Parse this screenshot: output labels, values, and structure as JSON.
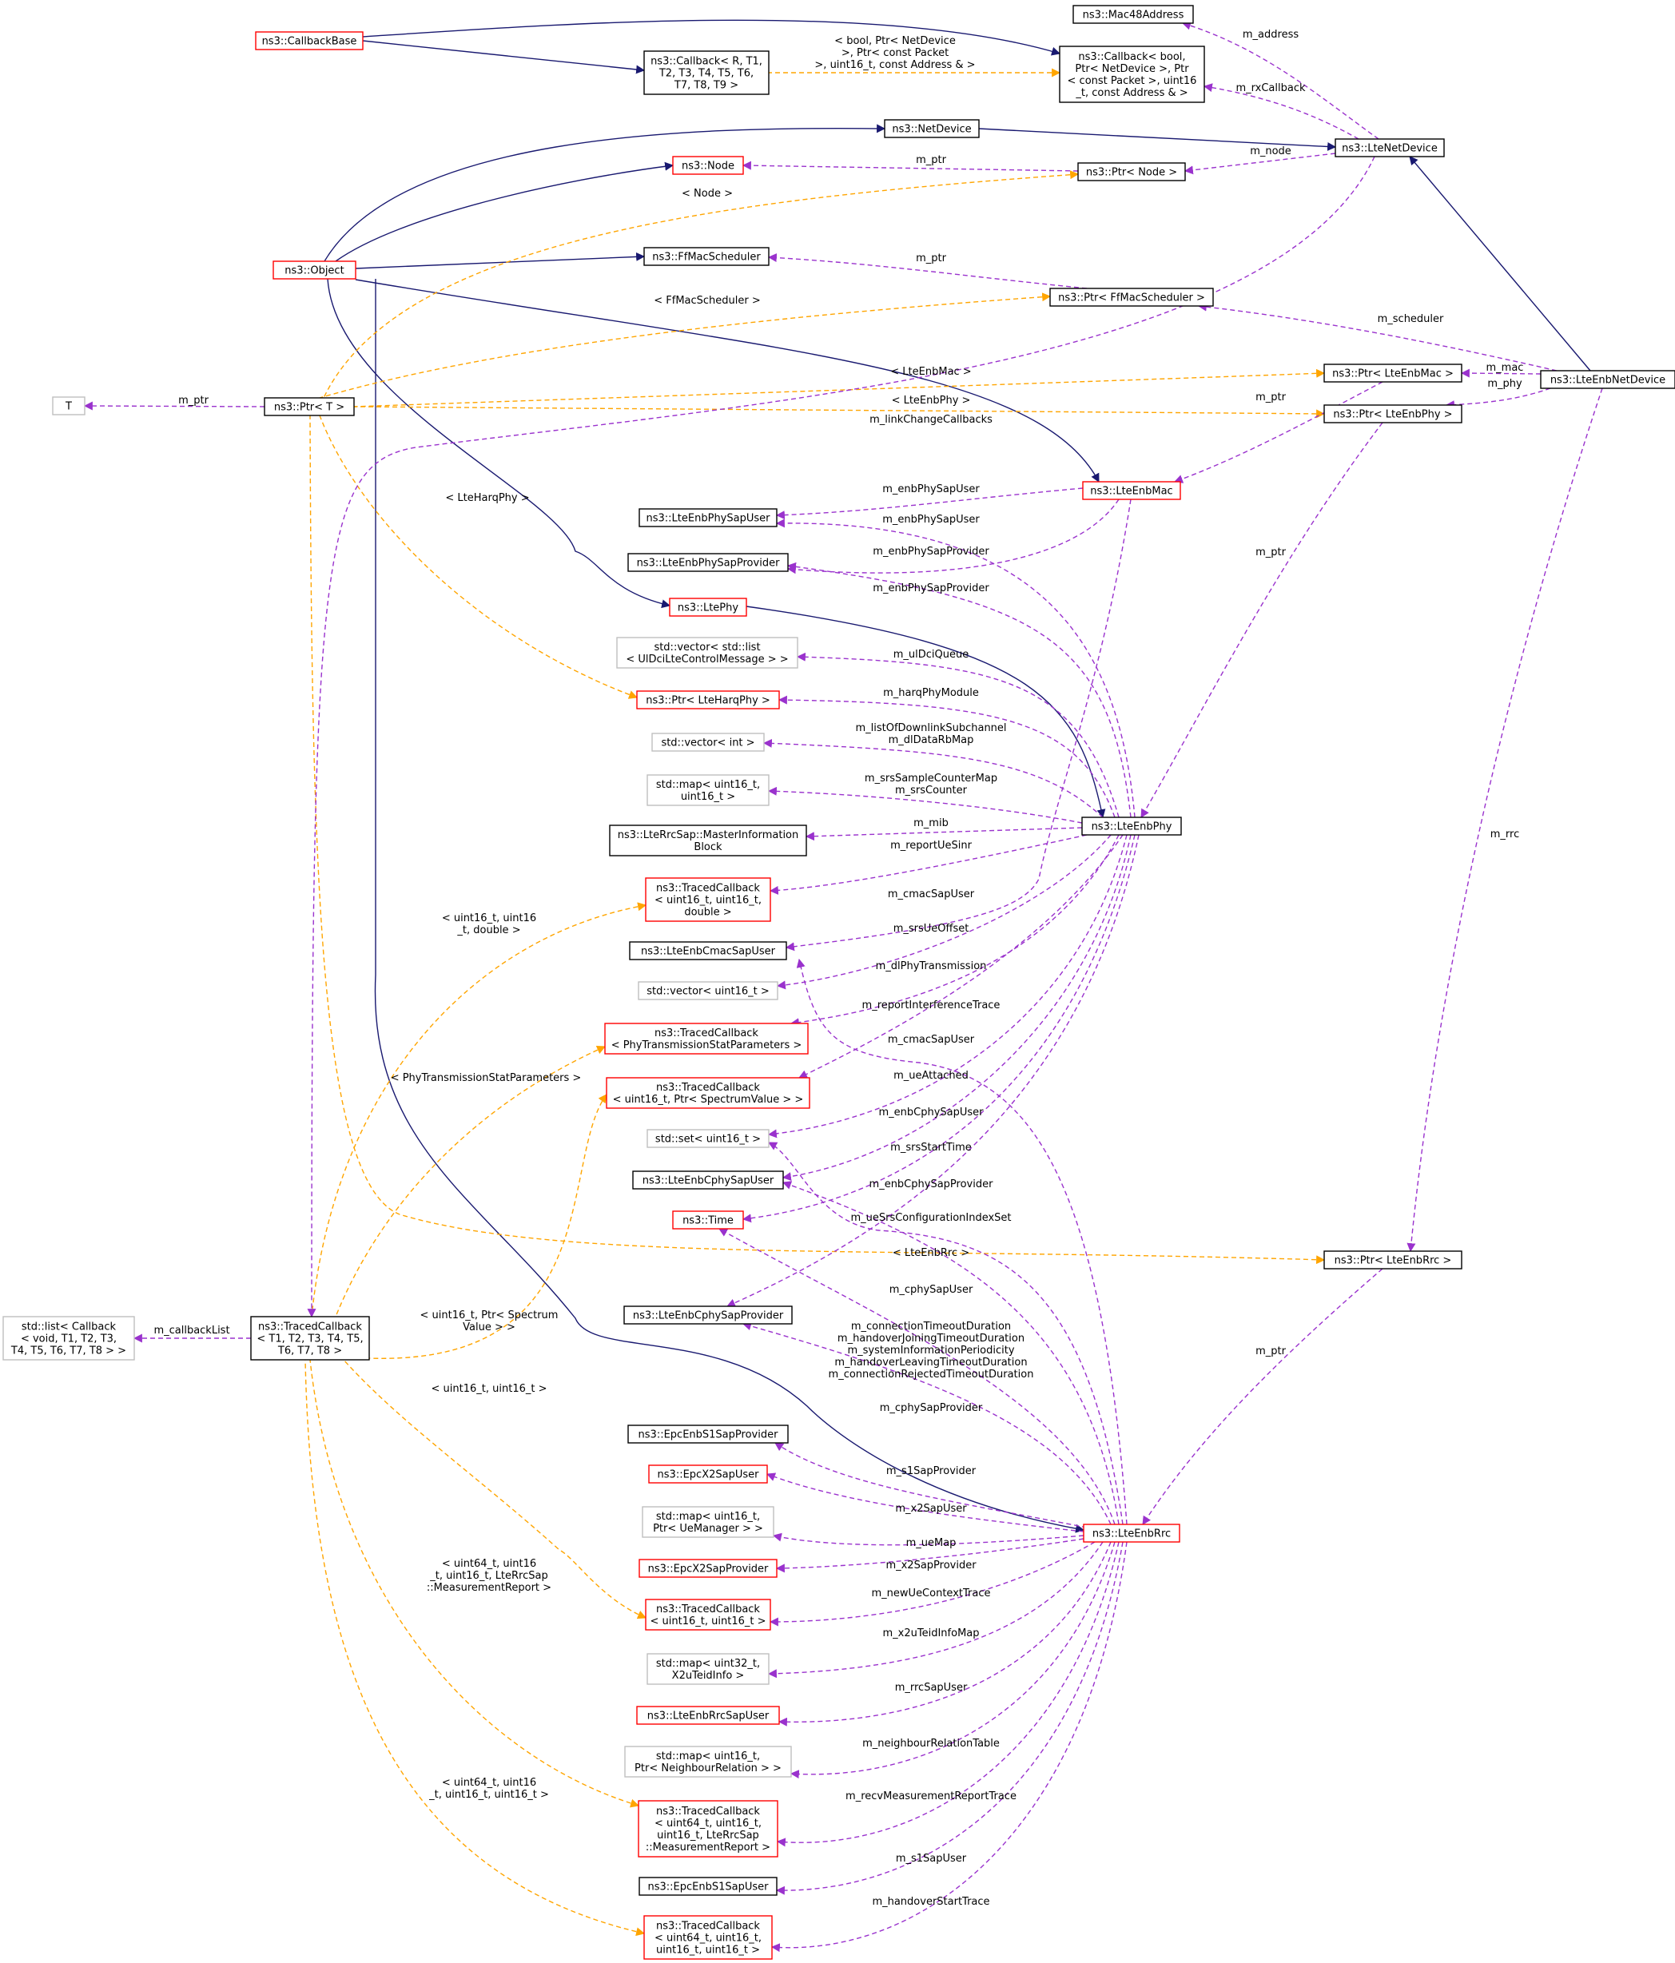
{
  "colors": {
    "inheritance": "#191970",
    "usage": "#9a32cd",
    "template": "#ffa500",
    "node_documented": "#000000",
    "node_undocumented": "#ff0000",
    "node_external": "#bfbfbf",
    "node_focus_fill": "#bfbfbf"
  },
  "nodes": [
    {
      "id": "LteEnbNetDevice",
      "lines": [
        "ns3::LteEnbNetDevice"
      ],
      "kind": "focus"
    },
    {
      "id": "LteNetDevice",
      "lines": [
        "ns3::LteNetDevice"
      ],
      "kind": "documented"
    },
    {
      "id": "NetDevice",
      "lines": [
        "ns3::NetDevice"
      ],
      "kind": "documented"
    },
    {
      "id": "Object",
      "lines": [
        "ns3::Object"
      ],
      "kind": "undocumented"
    },
    {
      "id": "CallbackBase",
      "lines": [
        "ns3::CallbackBase"
      ],
      "kind": "undocumented"
    },
    {
      "id": "CallbackRT",
      "lines": [
        "ns3::Callback< R, T1,",
        "T2, T3, T4, T5, T6,",
        "T7, T8, T9 >"
      ],
      "kind": "documented"
    },
    {
      "id": "CallbackBool",
      "lines": [
        "ns3::Callback< bool,",
        "Ptr< NetDevice >, Ptr",
        "< const Packet >, uint16",
        "_t, const Address & >"
      ],
      "kind": "documented"
    },
    {
      "id": "Mac48Address",
      "lines": [
        "ns3::Mac48Address"
      ],
      "kind": "documented"
    },
    {
      "id": "Node",
      "lines": [
        "ns3::Node"
      ],
      "kind": "undocumented"
    },
    {
      "id": "PtrNode",
      "lines": [
        "ns3::Ptr< Node >"
      ],
      "kind": "documented"
    },
    {
      "id": "FfMacScheduler",
      "lines": [
        "ns3::FfMacScheduler"
      ],
      "kind": "documented"
    },
    {
      "id": "PtrFfMacScheduler",
      "lines": [
        "ns3::Ptr< FfMacScheduler >"
      ],
      "kind": "documented"
    },
    {
      "id": "T",
      "lines": [
        "T"
      ],
      "kind": "external"
    },
    {
      "id": "PtrT",
      "lines": [
        "ns3::Ptr< T >"
      ],
      "kind": "documented"
    },
    {
      "id": "PtrLteEnbMac",
      "lines": [
        "ns3::Ptr< LteEnbMac >"
      ],
      "kind": "documented"
    },
    {
      "id": "PtrLteEnbPhy",
      "lines": [
        "ns3::Ptr< LteEnbPhy >"
      ],
      "kind": "documented"
    },
    {
      "id": "LteEnbMac",
      "lines": [
        "ns3::LteEnbMac"
      ],
      "kind": "undocumented"
    },
    {
      "id": "LteEnbPhySapUser",
      "lines": [
        "ns3::LteEnbPhySapUser"
      ],
      "kind": "documented"
    },
    {
      "id": "LteEnbPhySapProvider",
      "lines": [
        "ns3::LteEnbPhySapProvider"
      ],
      "kind": "documented"
    },
    {
      "id": "LtePhy",
      "lines": [
        "ns3::LtePhy"
      ],
      "kind": "undocumented"
    },
    {
      "id": "VecListUlDci",
      "lines": [
        "std::vector< std::list",
        "< UlDciLteControlMessage > >"
      ],
      "kind": "external"
    },
    {
      "id": "PtrLteHarqPhy",
      "lines": [
        "ns3::Ptr< LteHarqPhy >"
      ],
      "kind": "undocumented"
    },
    {
      "id": "VecInt",
      "lines": [
        "std::vector< int >"
      ],
      "kind": "external"
    },
    {
      "id": "MapU16U16",
      "lines": [
        "std::map< uint16_t,",
        "uint16_t >"
      ],
      "kind": "external"
    },
    {
      "id": "MIB",
      "lines": [
        "ns3::LteRrcSap::MasterInformation",
        "Block"
      ],
      "kind": "documented"
    },
    {
      "id": "LteEnbPhy",
      "lines": [
        "ns3::LteEnbPhy"
      ],
      "kind": "documented"
    },
    {
      "id": "TCbU16U16Dbl",
      "lines": [
        "ns3::TracedCallback",
        "< uint16_t, uint16_t,",
        "double >"
      ],
      "kind": "undocumented"
    },
    {
      "id": "LteEnbCmacSapUser",
      "lines": [
        "ns3::LteEnbCmacSapUser"
      ],
      "kind": "documented"
    },
    {
      "id": "VecU16",
      "lines": [
        "std::vector< uint16_t >"
      ],
      "kind": "external"
    },
    {
      "id": "TCbPhyTx",
      "lines": [
        "ns3::TracedCallback",
        "< PhyTransmissionStatParameters >"
      ],
      "kind": "undocumented"
    },
    {
      "id": "TCbSpectrum",
      "lines": [
        "ns3::TracedCallback",
        "< uint16_t, Ptr< SpectrumValue > >"
      ],
      "kind": "undocumented"
    },
    {
      "id": "SetU16",
      "lines": [
        "std::set< uint16_t >"
      ],
      "kind": "external"
    },
    {
      "id": "LteEnbCphySapUser",
      "lines": [
        "ns3::LteEnbCphySapUser"
      ],
      "kind": "documented"
    },
    {
      "id": "Time",
      "lines": [
        "ns3::Time"
      ],
      "kind": "undocumented"
    },
    {
      "id": "LteEnbCphySapProvider",
      "lines": [
        "ns3::LteEnbCphySapProvider"
      ],
      "kind": "documented"
    },
    {
      "id": "PtrLteEnbRrc",
      "lines": [
        "ns3::Ptr< LteEnbRrc >"
      ],
      "kind": "documented"
    },
    {
      "id": "ListCallback",
      "lines": [
        "std::list< Callback",
        "< void, T1, T2, T3,",
        "T4, T5, T6, T7, T8 > >"
      ],
      "kind": "external"
    },
    {
      "id": "TracedCallback",
      "lines": [
        "ns3::TracedCallback",
        "< T1, T2, T3, T4, T5,",
        "T6, T7, T8 >"
      ],
      "kind": "documented"
    },
    {
      "id": "EpcEnbS1SapProvider",
      "lines": [
        "ns3::EpcEnbS1SapProvider"
      ],
      "kind": "documented"
    },
    {
      "id": "EpcX2SapUser",
      "lines": [
        "ns3::EpcX2SapUser"
      ],
      "kind": "undocumented"
    },
    {
      "id": "MapUeManager",
      "lines": [
        "std::map< uint16_t,",
        "Ptr< UeManager > >"
      ],
      "kind": "external"
    },
    {
      "id": "EpcX2SapProvider",
      "lines": [
        "ns3::EpcX2SapProvider"
      ],
      "kind": "undocumented"
    },
    {
      "id": "TCbU16U16",
      "lines": [
        "ns3::TracedCallback",
        "< uint16_t, uint16_t >"
      ],
      "kind": "undocumented"
    },
    {
      "id": "MapX2uTeid",
      "lines": [
        "std::map< uint32_t,",
        "X2uTeidInfo >"
      ],
      "kind": "external"
    },
    {
      "id": "LteEnbRrcSapUser",
      "lines": [
        "ns3::LteEnbRrcSapUser"
      ],
      "kind": "undocumented"
    },
    {
      "id": "MapNeighbour",
      "lines": [
        "std::map< uint16_t,",
        "Ptr< NeighbourRelation > >"
      ],
      "kind": "external"
    },
    {
      "id": "TCbMeasReport",
      "lines": [
        "ns3::TracedCallback",
        "< uint64_t, uint16_t,",
        "uint16_t, LteRrcSap",
        "::MeasurementReport >"
      ],
      "kind": "undocumented"
    },
    {
      "id": "EpcEnbS1SapUser",
      "lines": [
        "ns3::EpcEnbS1SapUser"
      ],
      "kind": "documented"
    },
    {
      "id": "TCbHandover",
      "lines": [
        "ns3::TracedCallback",
        "< uint64_t, uint16_t,",
        "uint16_t, uint16_t >"
      ],
      "kind": "undocumented"
    },
    {
      "id": "LteEnbRrc",
      "lines": [
        "ns3::LteEnbRrc"
      ],
      "kind": "undocumented"
    }
  ],
  "edges": [
    {
      "from": "LteNetDevice",
      "to": "LteEnbNetDevice",
      "kind": "inheritance",
      "label": []
    },
    {
      "from": "NetDevice",
      "to": "LteNetDevice",
      "kind": "inheritance",
      "label": []
    },
    {
      "from": "Object",
      "to": "NetDevice",
      "kind": "inheritance",
      "label": []
    },
    {
      "from": "Object",
      "to": "Node",
      "kind": "inheritance",
      "label": []
    },
    {
      "from": "Object",
      "to": "FfMacScheduler",
      "kind": "inheritance",
      "label": []
    },
    {
      "from": "Object",
      "to": "LteEnbMac",
      "kind": "inheritance",
      "label": []
    },
    {
      "from": "Object",
      "to": "LtePhy",
      "kind": "inheritance",
      "label": []
    },
    {
      "from": "Object",
      "to": "LteEnbRrc",
      "kind": "inheritance",
      "label": []
    },
    {
      "from": "CallbackBase",
      "to": "CallbackRT",
      "kind": "inheritance",
      "label": []
    },
    {
      "from": "CallbackBase",
      "to": "CallbackBool",
      "kind": "inheritance",
      "label": []
    },
    {
      "from": "LtePhy",
      "to": "LteEnbPhy",
      "kind": "inheritance",
      "label": []
    },
    {
      "from": "CallbackRT",
      "to": "CallbackBool",
      "kind": "template",
      "label": [
        "< bool, Ptr< NetDevice",
        ">, Ptr< const Packet",
        ">, uint16_t, const Address & >"
      ]
    },
    {
      "from": "PtrT",
      "to": "PtrNode",
      "kind": "template",
      "label": [
        "< Node >"
      ]
    },
    {
      "from": "PtrT",
      "to": "PtrFfMacScheduler",
      "kind": "template",
      "label": [
        "< FfMacScheduler >"
      ]
    },
    {
      "from": "PtrT",
      "to": "PtrLteEnbMac",
      "kind": "template",
      "label": [
        "< LteEnbMac >"
      ]
    },
    {
      "from": "PtrT",
      "to": "PtrLteEnbPhy",
      "kind": "template",
      "label": [
        "< LteEnbPhy >"
      ]
    },
    {
      "from": "PtrT",
      "to": "PtrLteHarqPhy",
      "kind": "template",
      "label": [
        "< LteHarqPhy >"
      ]
    },
    {
      "from": "PtrT",
      "to": "PtrLteEnbRrc",
      "kind": "template",
      "label": [
        "< LteEnbRrc >"
      ]
    },
    {
      "from": "TracedCallback",
      "to": "TCbU16U16Dbl",
      "kind": "template",
      "label": [
        "< uint16_t, uint16",
        "_t, double >"
      ]
    },
    {
      "from": "TracedCallback",
      "to": "TCbPhyTx",
      "kind": "template",
      "label": [
        "< PhyTransmissionStatParameters >"
      ]
    },
    {
      "from": "TracedCallback",
      "to": "TCbSpectrum",
      "kind": "template",
      "label": [
        "< uint16_t, Ptr< Spectrum",
        "Value > >"
      ]
    },
    {
      "from": "TracedCallback",
      "to": "TCbU16U16",
      "kind": "template",
      "label": [
        "< uint16_t, uint16_t >"
      ]
    },
    {
      "from": "TracedCallback",
      "to": "TCbMeasReport",
      "kind": "template",
      "label": [
        "< uint64_t, uint16",
        "_t, uint16_t, LteRrcSap",
        "::MeasurementReport >"
      ]
    },
    {
      "from": "TracedCallback",
      "to": "TCbHandover",
      "kind": "template",
      "label": [
        "< uint64_t, uint16",
        "_t, uint16_t, uint16_t >"
      ]
    },
    {
      "from": "LteNetDevice",
      "to": "Mac48Address",
      "kind": "usage",
      "label": [
        "m_address"
      ]
    },
    {
      "from": "LteNetDevice",
      "to": "CallbackBool",
      "kind": "usage",
      "label": [
        "m_rxCallback"
      ]
    },
    {
      "from": "LteNetDevice",
      "to": "PtrNode",
      "kind": "usage",
      "label": [
        "m_node"
      ]
    },
    {
      "from": "LteNetDevice",
      "to": "TracedCallback",
      "kind": "usage",
      "label": [
        "m_linkChangeCallbacks"
      ]
    },
    {
      "from": "PtrNode",
      "to": "Node",
      "kind": "usage",
      "label": [
        "m_ptr"
      ]
    },
    {
      "from": "PtrFfMacScheduler",
      "to": "FfMacScheduler",
      "kind": "usage",
      "label": [
        "m_ptr"
      ]
    },
    {
      "from": "LteEnbNetDevice",
      "to": "PtrFfMacScheduler",
      "kind": "usage",
      "label": [
        "m_scheduler"
      ]
    },
    {
      "from": "LteEnbNetDevice",
      "to": "PtrLteEnbMac",
      "kind": "usage",
      "label": [
        "m_mac"
      ]
    },
    {
      "from": "LteEnbNetDevice",
      "to": "PtrLteEnbPhy",
      "kind": "usage",
      "label": [
        "m_phy"
      ]
    },
    {
      "from": "LteEnbNetDevice",
      "to": "PtrLteEnbRrc",
      "kind": "usage",
      "label": [
        "m_rrc"
      ]
    },
    {
      "from": "PtrT",
      "to": "T",
      "kind": "usage",
      "label": [
        "m_ptr"
      ]
    },
    {
      "from": "PtrLteEnbMac",
      "to": "LteEnbMac",
      "kind": "usage",
      "label": [
        "m_ptr"
      ]
    },
    {
      "from": "PtrLteEnbPhy",
      "to": "LteEnbPhy",
      "kind": "usage",
      "label": [
        "m_ptr"
      ]
    },
    {
      "from": "PtrLteEnbRrc",
      "to": "LteEnbRrc",
      "kind": "usage",
      "label": [
        "m_ptr"
      ]
    },
    {
      "from": "TracedCallback",
      "to": "ListCallback",
      "kind": "usage",
      "label": [
        "m_callbackList"
      ]
    },
    {
      "from": "LteEnbMac",
      "to": "LteEnbPhySapUser",
      "kind": "usage",
      "label": [
        "m_enbPhySapUser"
      ]
    },
    {
      "from": "LteEnbMac",
      "to": "LteEnbPhySapProvider",
      "kind": "usage",
      "label": [
        "m_enbPhySapProvider"
      ]
    },
    {
      "from": "LteEnbMac",
      "to": "LteEnbCmacSapUser",
      "kind": "usage",
      "label": [
        "m_cmacSapUser"
      ]
    },
    {
      "from": "LteEnbPhy",
      "to": "LteEnbPhySapUser",
      "kind": "usage",
      "label": [
        "m_enbPhySapUser"
      ]
    },
    {
      "from": "LteEnbPhy",
      "to": "LteEnbPhySapProvider",
      "kind": "usage",
      "label": [
        "m_enbPhySapProvider"
      ]
    },
    {
      "from": "LteEnbPhy",
      "to": "VecListUlDci",
      "kind": "usage",
      "label": [
        "m_ulDciQueue"
      ]
    },
    {
      "from": "LteEnbPhy",
      "to": "PtrLteHarqPhy",
      "kind": "usage",
      "label": [
        "m_harqPhyModule"
      ]
    },
    {
      "from": "LteEnbPhy",
      "to": "VecInt",
      "kind": "usage",
      "label": [
        "m_listOfDownlinkSubchannel",
        "m_dlDataRbMap"
      ]
    },
    {
      "from": "LteEnbPhy",
      "to": "MapU16U16",
      "kind": "usage",
      "label": [
        "m_srsSampleCounterMap",
        "m_srsCounter"
      ]
    },
    {
      "from": "LteEnbPhy",
      "to": "MIB",
      "kind": "usage",
      "label": [
        "m_mib"
      ]
    },
    {
      "from": "LteEnbPhy",
      "to": "TCbU16U16Dbl",
      "kind": "usage",
      "label": [
        "m_reportUeSinr"
      ]
    },
    {
      "from": "LteEnbPhy",
      "to": "VecU16",
      "kind": "usage",
      "label": [
        "m_srsUeOffset"
      ]
    },
    {
      "from": "LteEnbPhy",
      "to": "TCbPhyTx",
      "kind": "usage",
      "label": [
        "m_dlPhyTransmission"
      ]
    },
    {
      "from": "LteEnbPhy",
      "to": "TCbSpectrum",
      "kind": "usage",
      "label": [
        "m_reportInterferenceTrace"
      ]
    },
    {
      "from": "LteEnbPhy",
      "to": "SetU16",
      "kind": "usage",
      "label": [
        "m_ueAttached"
      ]
    },
    {
      "from": "LteEnbPhy",
      "to": "LteEnbCphySapUser",
      "kind": "usage",
      "label": [
        "m_enbCphySapUser"
      ]
    },
    {
      "from": "LteEnbPhy",
      "to": "Time",
      "kind": "usage",
      "label": [
        "m_srsStartTime"
      ]
    },
    {
      "from": "LteEnbPhy",
      "to": "LteEnbCphySapProvider",
      "kind": "usage",
      "label": [
        "m_enbCphySapProvider"
      ]
    },
    {
      "from": "LteEnbRrc",
      "to": "LteEnbCmacSapUser",
      "kind": "usage",
      "label": [
        "m_cmacSapUser"
      ]
    },
    {
      "from": "LteEnbRrc",
      "to": "SetU16",
      "kind": "usage",
      "label": [
        "m_ueSrsConfigurationIndexSet"
      ]
    },
    {
      "from": "LteEnbRrc",
      "to": "LteEnbCphySapUser",
      "kind": "usage",
      "label": [
        "m_cphySapUser"
      ]
    },
    {
      "from": "LteEnbRrc",
      "to": "Time",
      "kind": "usage",
      "label": [
        "m_connectionTimeoutDuration",
        "m_handoverJoiningTimeoutDuration",
        "m_systemInformationPeriodicity",
        "m_handoverLeavingTimeoutDuration",
        "m_connectionRejectedTimeoutDuration"
      ]
    },
    {
      "from": "LteEnbRrc",
      "to": "LteEnbCphySapProvider",
      "kind": "usage",
      "label": [
        "m_cphySapProvider"
      ]
    },
    {
      "from": "LteEnbRrc",
      "to": "EpcEnbS1SapProvider",
      "kind": "usage",
      "label": [
        "m_s1SapProvider"
      ]
    },
    {
      "from": "LteEnbRrc",
      "to": "EpcX2SapUser",
      "kind": "usage",
      "label": [
        "m_x2SapUser"
      ]
    },
    {
      "from": "LteEnbRrc",
      "to": "MapUeManager",
      "kind": "usage",
      "label": [
        "m_ueMap"
      ]
    },
    {
      "from": "LteEnbRrc",
      "to": "EpcX2SapProvider",
      "kind": "usage",
      "label": [
        "m_x2SapProvider"
      ]
    },
    {
      "from": "LteEnbRrc",
      "to": "TCbU16U16",
      "kind": "usage",
      "label": [
        "m_newUeContextTrace"
      ]
    },
    {
      "from": "LteEnbRrc",
      "to": "MapX2uTeid",
      "kind": "usage",
      "label": [
        "m_x2uTeidInfoMap"
      ]
    },
    {
      "from": "LteEnbRrc",
      "to": "LteEnbRrcSapUser",
      "kind": "usage",
      "label": [
        "m_rrcSapUser"
      ]
    },
    {
      "from": "LteEnbRrc",
      "to": "MapNeighbour",
      "kind": "usage",
      "label": [
        "m_neighbourRelationTable"
      ]
    },
    {
      "from": "LteEnbRrc",
      "to": "TCbMeasReport",
      "kind": "usage",
      "label": [
        "m_recvMeasurementReportTrace"
      ]
    },
    {
      "from": "LteEnbRrc",
      "to": "EpcEnbS1SapUser",
      "kind": "usage",
      "label": [
        "m_s1SapUser"
      ]
    },
    {
      "from": "LteEnbRrc",
      "to": "TCbHandover",
      "kind": "usage",
      "label": [
        "m_handoverStartTrace"
      ]
    }
  ]
}
